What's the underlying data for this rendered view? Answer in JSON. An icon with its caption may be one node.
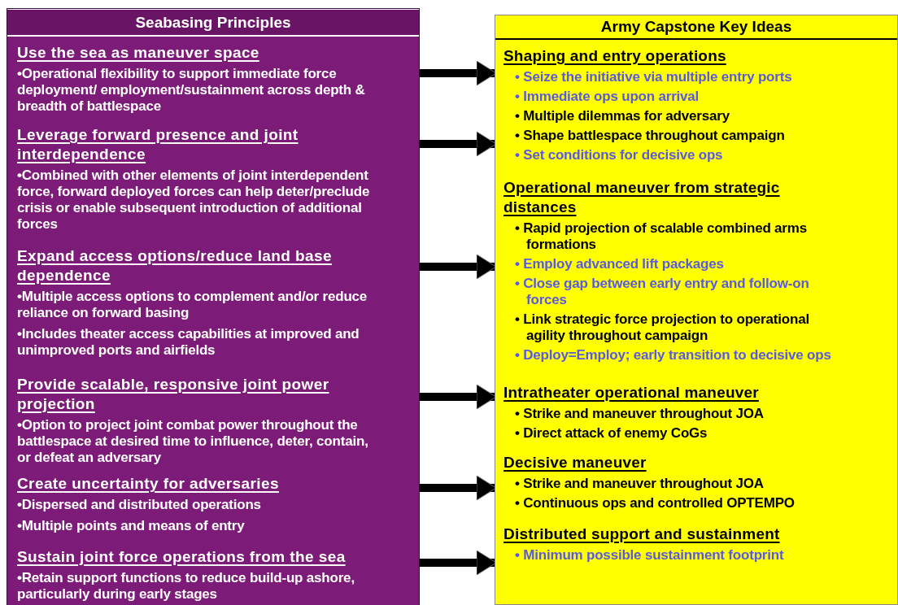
{
  "diagram": {
    "nodes": [
      {
        "text": [
          "Seabasing Principles"
        ]
      },
      {
        "text": [
          "Use the sea as maneuver space",
          "•Operational flexibility to support immediate force deployment/ employment/sustainment across depth & breadth of battlespace"
        ],
        "in": 0
      },
      {
        "text": [
          "Leverage forward presence and joint interdependence",
          "•Combined with other elements of joint interdependent force, forward deployed forces can help deter/preclude crisis or enable subsequent introduction of additional forces"
        ],
        "in": 0
      },
      {
        "text": [
          "Expand access options/reduce land base dependence",
          "•Multiple access options to complement and/or reduce reliance on forward basing",
          "•Includes theater access capabilities at improved and unimproved ports and airfields"
        ],
        "in": 0
      },
      {
        "text": [
          "Provide scalable, responsive joint power projection",
          "•Option to project joint combat power throughout the battlespace at desired time to influence, deter, contain, or defeat an adversary"
        ],
        "in": 0
      },
      {
        "text": [
          "Create uncertainty for adversaries",
          "•Dispersed and distributed operations",
          "•Multiple points and means of entry"
        ],
        "in": 0
      },
      {
        "text": [
          "Sustain joint force operations from the sea",
          "•Retain support functions to reduce build-up ashore, particularly during early stages"
        ],
        "in": 0
      },
      {
        "text": [
          "Army Capstone Key Ideas"
        ]
      },
      {
        "text": [
          "Shaping and entry operations",
          "• Seize the initiative via multiple entry ports",
          "• Immediate ops upon arrival",
          "• Multiple dilemmas for adversary",
          "• Shape battlespace throughout campaign",
          "• Set conditions for decisive ops"
        ],
        "in": 7
      },
      {
        "text": [
          "Operational maneuver from strategic distances",
          "• Rapid projection of scalable combined arms formations",
          "• Employ advanced lift packages",
          "• Close gap between early entry and follow-on forces",
          "• Link strategic force projection to operational agility throughout campaign",
          "• Deploy=Employ; early transition to decisive ops"
        ],
        "in": 7
      },
      {
        "text": [
          "Intratheater operational maneuver",
          "• Strike and maneuver throughout JOA",
          "• Direct attack of enemy CoGs"
        ],
        "in": 7
      },
      {
        "text": [
          "Decisive maneuver",
          "• Strike and maneuver throughout JOA",
          "• Continuous ops and controlled OPTEMPO"
        ],
        "in": 7
      },
      {
        "text": [
          "Distributed support and sustainment",
          "• Minimum possible sustainment footprint"
        ],
        "in": 7
      }
    ],
    "edges": [
      {
        "from": 1,
        "to": 8,
        "arrow": "to"
      },
      {
        "from": 2,
        "to": 8,
        "arrow": "to"
      },
      {
        "from": 3,
        "to": 9,
        "arrow": "to"
      },
      {
        "from": 4,
        "to": 10,
        "arrow": "to"
      },
      {
        "from": 5,
        "to": 11,
        "arrow": "to"
      },
      {
        "from": 6,
        "to": 12,
        "arrow": "to"
      }
    ]
  }
}
